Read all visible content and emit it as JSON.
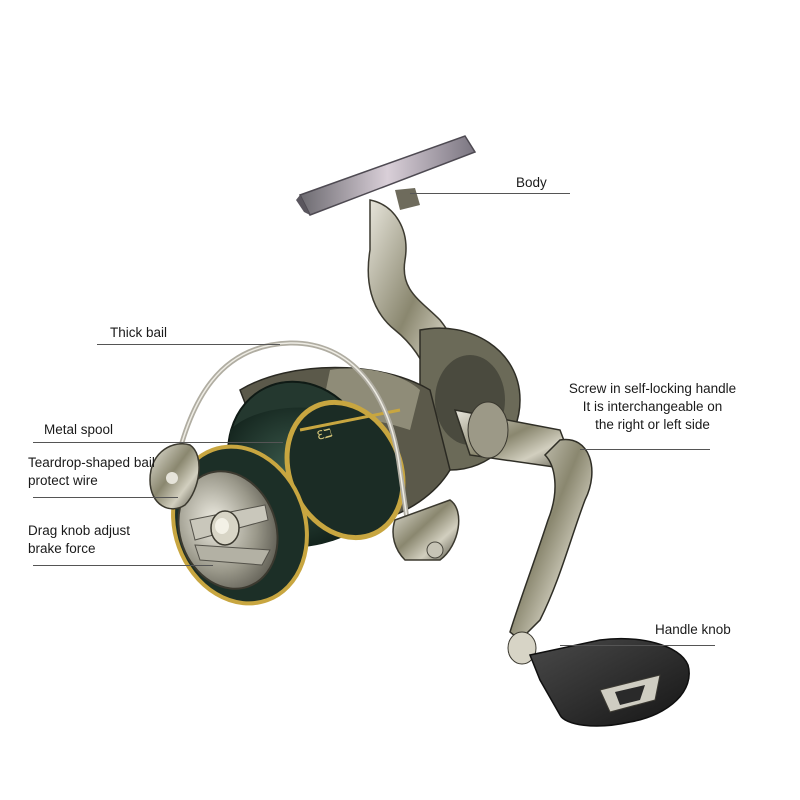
{
  "labels": {
    "body": "Body",
    "thick_bail": "Thick bail",
    "metal_spool": "Metal spool",
    "teardrop_line1": "Teardrop-shaped bail",
    "teardrop_line2": "protect wire",
    "drag_line1": "Drag knob adjust",
    "drag_line2": "brake force",
    "handle_line1": "Screw in self-locking handle",
    "handle_line2": "It is  interchangeable on",
    "handle_line3": "the right or left side",
    "handle_knob": "Handle knob"
  },
  "colors": {
    "spool_green": "#1f3b31",
    "spool_gold": "#c8a640",
    "metal_silver": "#b9b6aa",
    "dark_metal": "#3a3a33",
    "knob_black": "#2a2a2a",
    "leader_line": "#555555"
  }
}
